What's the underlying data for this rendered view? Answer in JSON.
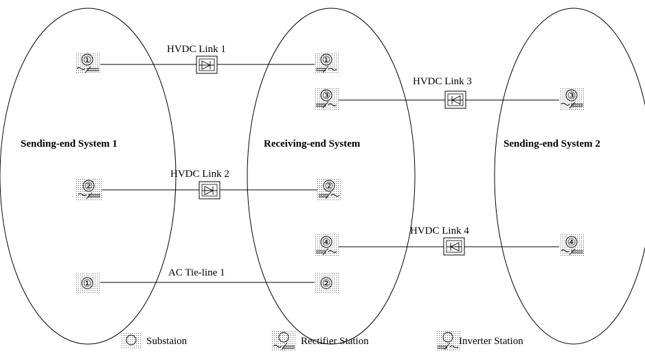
{
  "systems": {
    "left": "Sending-end System 1",
    "center": "Receiving-end System",
    "right": "Sending-end System 2"
  },
  "links": {
    "hvdc1": "HVDC Link 1",
    "hvdc2": "HVDC Link 2",
    "hvdc3": "HVDC Link 3",
    "hvdc4": "HVDC Link 4",
    "ac1": "AC Tie-line 1"
  },
  "nodes": {
    "one": "①",
    "two": "②",
    "three": "③",
    "four": "④"
  },
  "legend": {
    "substation": "Substaion",
    "rectifier": "Rectifier Station",
    "inverter": "Inverter Station"
  }
}
